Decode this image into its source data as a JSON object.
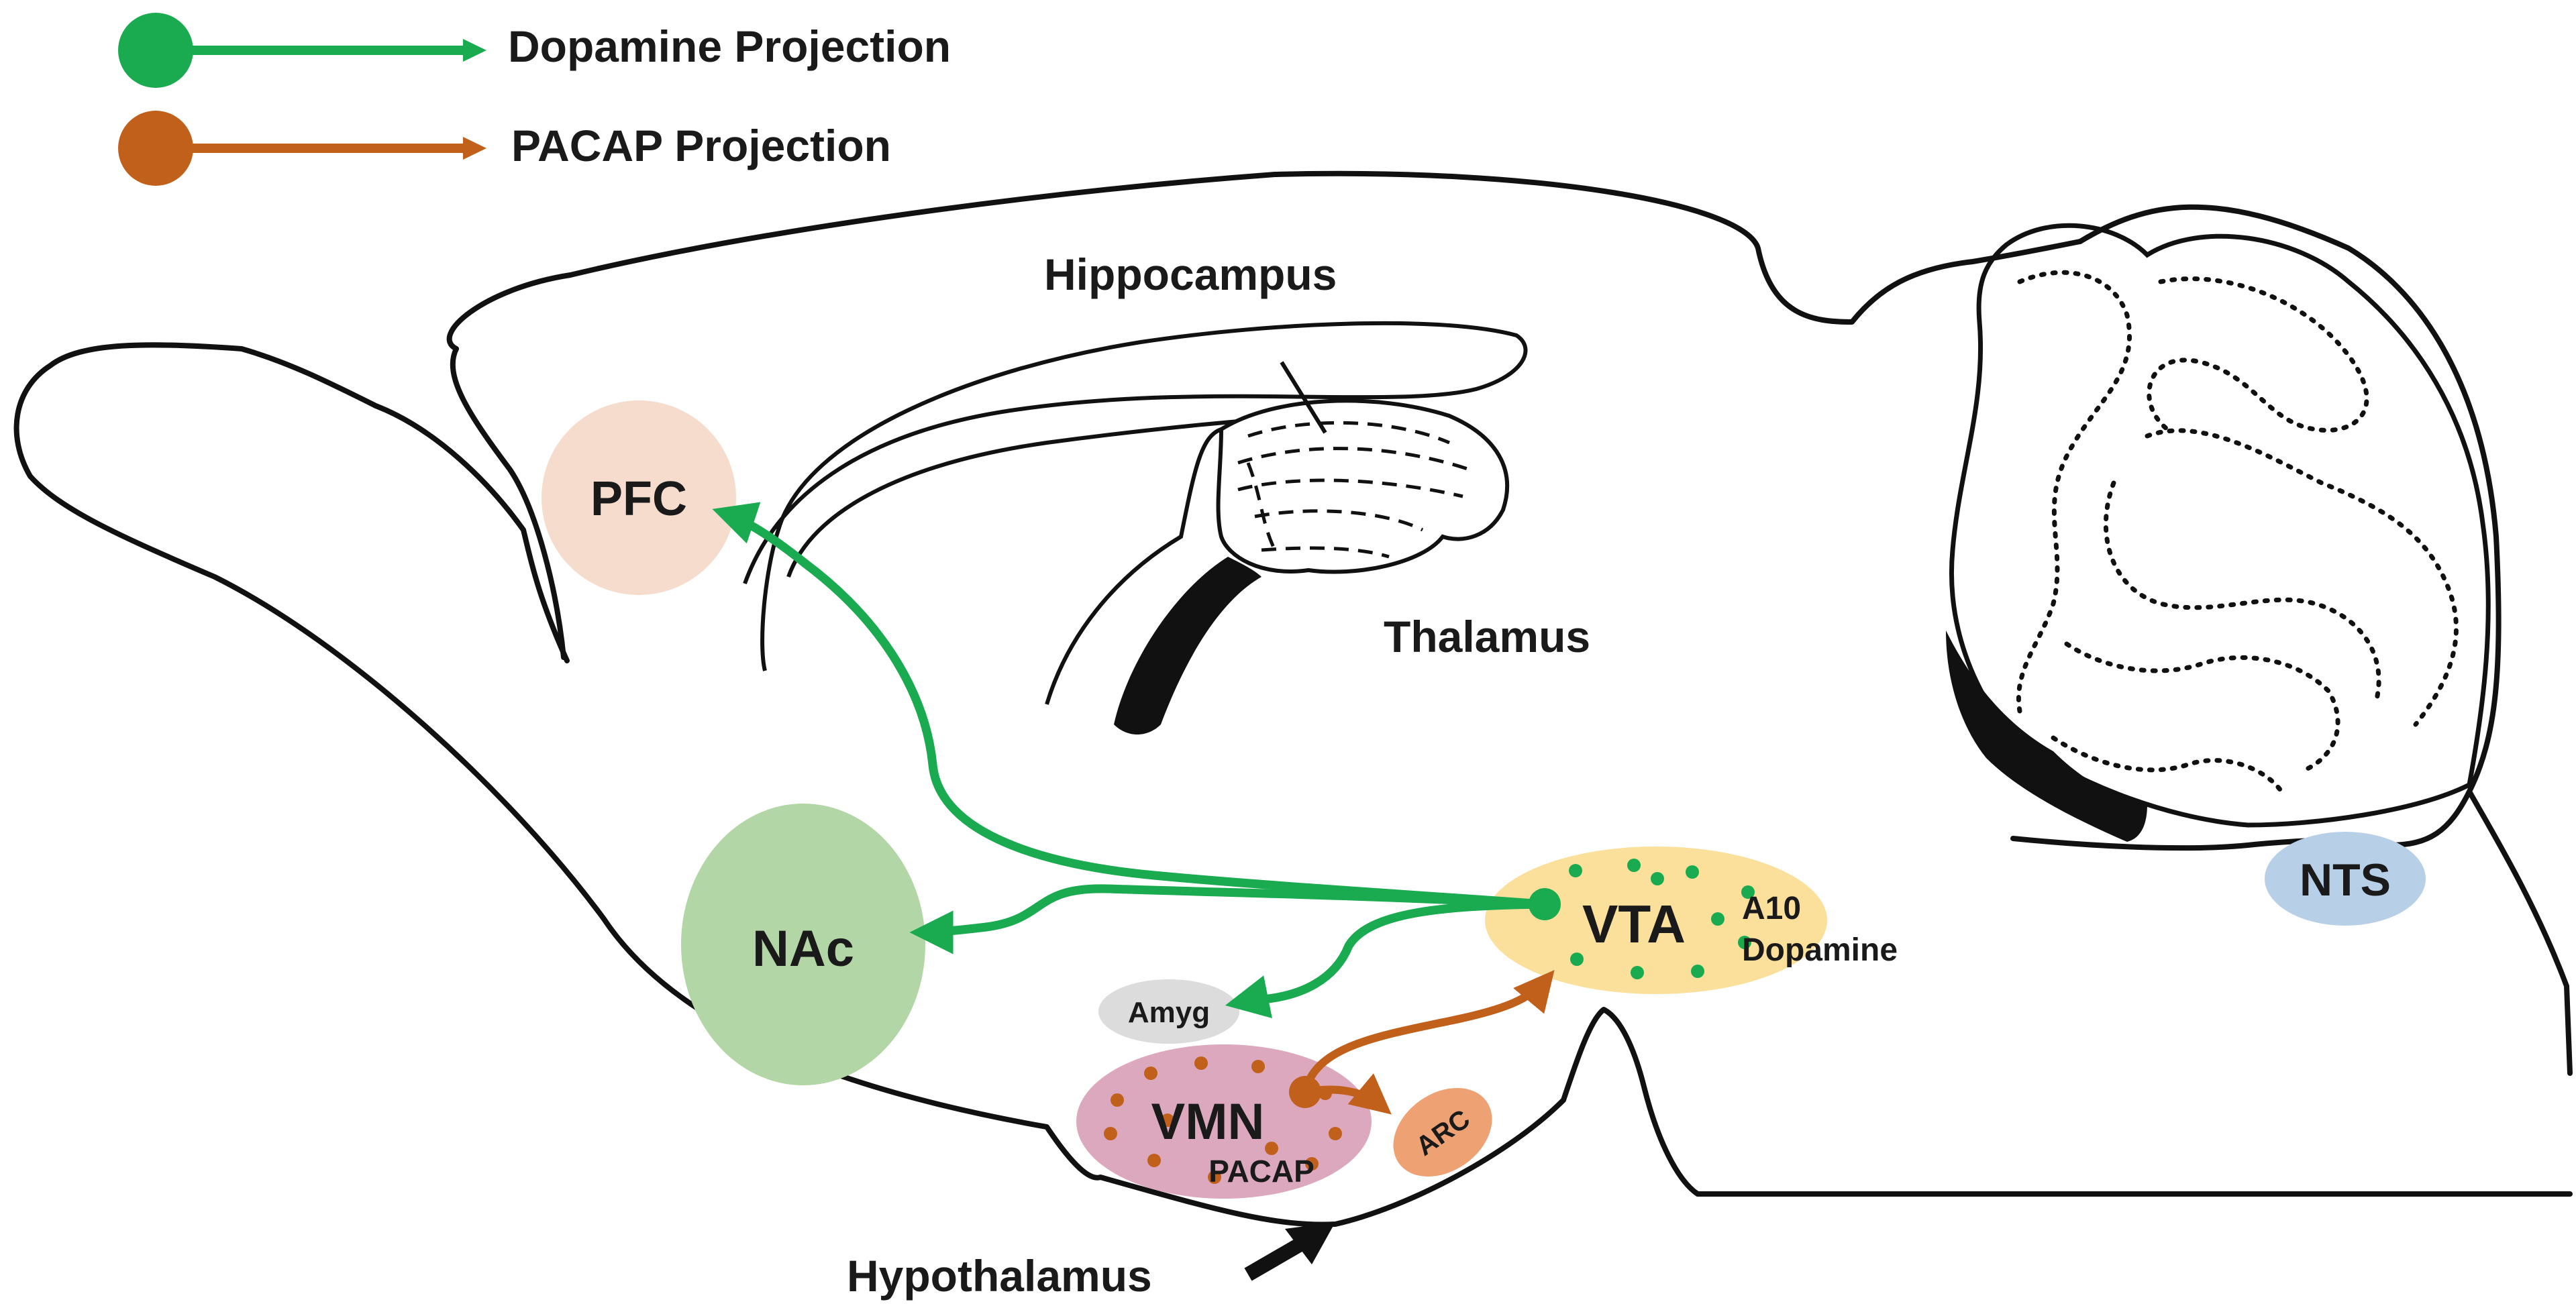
{
  "legend": {
    "items": [
      {
        "label": "Dopamine Projection",
        "color": "#1aaa4f"
      },
      {
        "label": "PACAP Projection",
        "color": "#c1601a"
      }
    ]
  },
  "labels": {
    "hippocampus": "Hippocampus",
    "thalamus": "Thalamus",
    "hypothalamus": "Hypothalamus"
  },
  "nuclei": {
    "pfc": {
      "label": "PFC",
      "color": "#f6dccd"
    },
    "nac": {
      "label": "NAc",
      "color": "#b3d6a6"
    },
    "vta": {
      "label": "VTA",
      "sublabel_line1": "A10",
      "sublabel_line2": "Dopamine",
      "color": "#fbe09c"
    },
    "amyg": {
      "label": "Amyg",
      "color": "#dcdcdc"
    },
    "vmn": {
      "label": "VMN",
      "sublabel": "PACAP",
      "color": "#dba8be"
    },
    "arc": {
      "label": "ARC",
      "color": "#eea274"
    },
    "nts": {
      "label": "NTS",
      "color": "#b8cfe8"
    }
  },
  "colors": {
    "outline": "#111111",
    "dopamine": "#1aaa4f",
    "pacap": "#c1601a"
  }
}
